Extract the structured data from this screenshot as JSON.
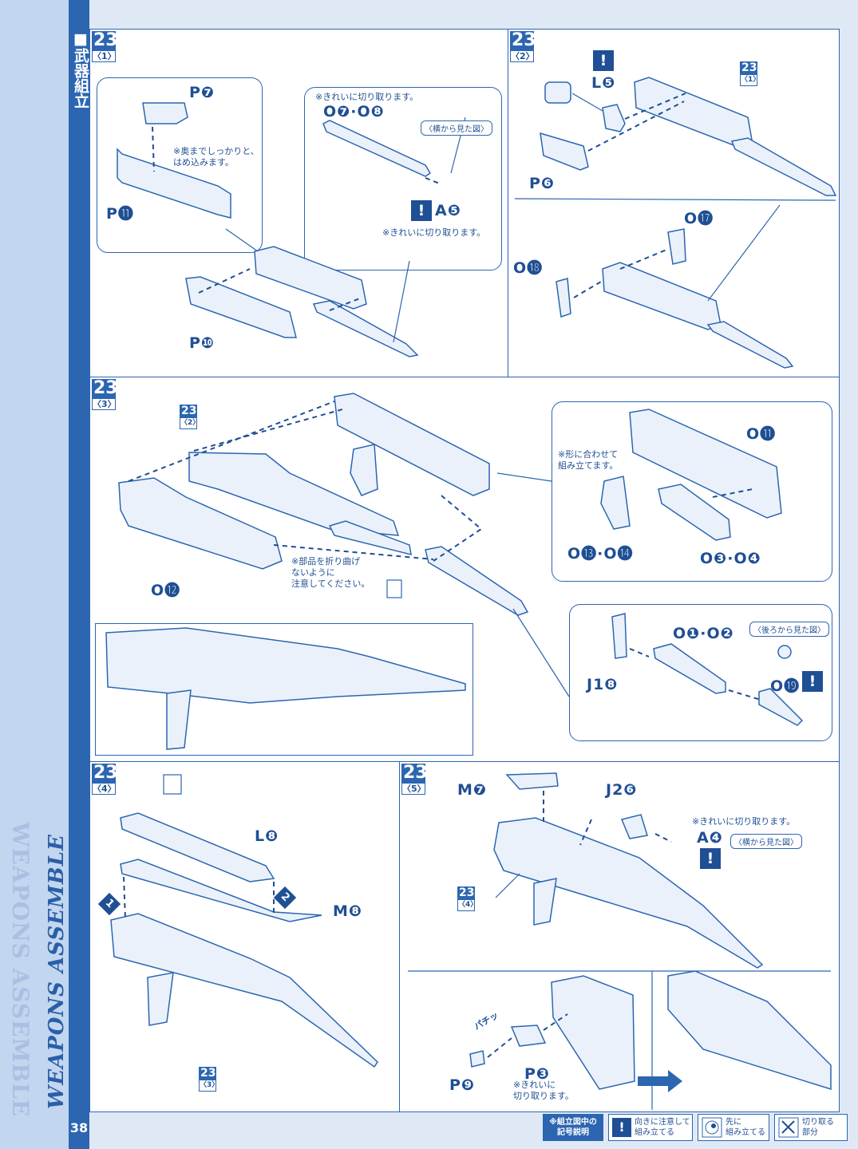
{
  "sidebar": {
    "section_label": "■武器組立",
    "title": "WEAPONS ASSEMBLE",
    "ghost_title": "WEAPONS ASSEMBLE",
    "page_number": "38"
  },
  "step_1": {
    "number": "23",
    "sub": "〈1〉",
    "part_p7": "P❼",
    "note_press": "※奥までしっかりと、\nはめ込みます。",
    "part_p11": "P⓫",
    "note_cut_top": "※きれいに切り取ります。",
    "part_o7_o8": "O❼·O❽",
    "side_view": "〈横から見た図〉",
    "part_a5": "A❺",
    "note_cut_bottom": "※きれいに切り取ります。",
    "part_p10": "P❿"
  },
  "step_2": {
    "number": "23",
    "sub": "〈2〉",
    "part_l5": "L❺",
    "part_p6": "P❻",
    "ref_number": "23",
    "ref_sub": "〈1〉",
    "part_o17": "O⓱",
    "part_o18": "O⓲"
  },
  "step_3": {
    "number": "23",
    "sub": "〈3〉",
    "ref_number": "23",
    "ref_sub": "〈2〉",
    "part_o11": "O⓫",
    "note_shape": "※形に合わせて\n組み立てます。",
    "part_o13_o14": "O⓭·O⓮",
    "part_o3_o4": "O❸·O❹",
    "part_o12": "O⓬",
    "note_bend": "※部品を折り曲げ\nないように\n注意してください。",
    "part_o1_o2": "O❶·O❷",
    "back_view": "〈後ろから見た図〉",
    "part_j18": "J1❽",
    "part_o19": "O⓳"
  },
  "step_4": {
    "number": "23",
    "sub": "〈4〉",
    "part_l8": "L❽",
    "part_m8": "M❽",
    "order_1": "1",
    "order_2": "2",
    "ref_number": "23",
    "ref_sub": "〈3〉"
  },
  "step_5": {
    "number": "23",
    "sub": "〈5〉",
    "part_m7": "M❼",
    "part_j26": "J2❻",
    "note_cut": "※きれいに切り取ります。",
    "part_a4": "A❹",
    "side_view": "〈横から見た図〉",
    "ref_number": "23",
    "ref_sub": "〈4〉",
    "part_p9": "P❾",
    "part_p3": "P❸",
    "note_cut2": "※きれいに\n切り取ります。",
    "snap": "パチッ"
  },
  "warning_mark": "!",
  "legend": {
    "title": "※組立図中の\n記号説明",
    "orient": "向きに注意して\n組み立てる",
    "first": "先に\n組み立てる",
    "cut": "切り取る\n部分"
  }
}
